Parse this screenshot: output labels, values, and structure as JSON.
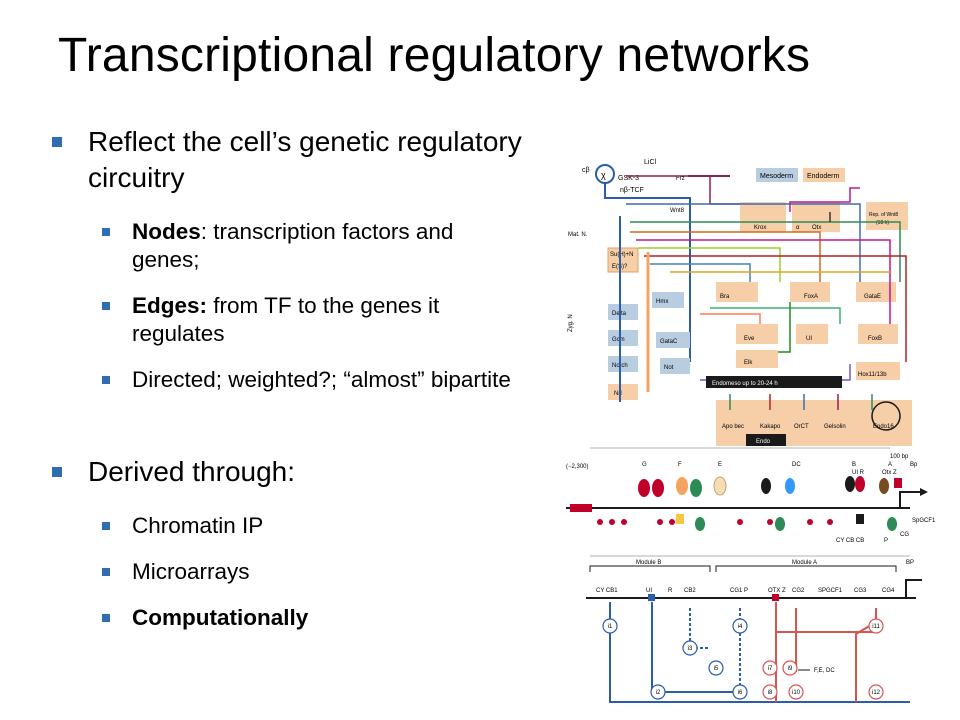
{
  "slide": {
    "title": "Transcriptional regulatory networks",
    "bullet1": "Reflect the cell’s genetic regulatory circuitry",
    "sub1_bold": "Nodes",
    "sub1_rest": ": transcription factors and genes;",
    "sub2_bold": "Edges:",
    "sub2_rest": " from TF to the genes it regulates",
    "sub3": "Directed; weighted?; “almost” bipartite",
    "bullet2": "Derived through:",
    "sub4": "Chromatin IP",
    "sub5": "Microarrays",
    "sub6": "Computationally"
  },
  "figure": {
    "top": {
      "c_beta": "cβ",
      "gsk": "GSK-3",
      "licl": "LiCl",
      "frz": "Frz",
      "ntcf": "nβ-TCF",
      "chi": "χ",
      "mesoderm": "Mesoderm",
      "endoderm": "Endoderm",
      "wnt8": "Wnt8",
      "krox": "Krox",
      "otx": "Otx",
      "alpha": "α",
      "rep_wnt8": "Rep. of Wnt8",
      "rep_wnt8_h": "(18 h)",
      "matn": "Mat. N.",
      "suhn": "Su(H)+N",
      "es": "E(S)?",
      "hmx": "Hmx",
      "bra": "Bra",
      "foxa": "FoxA",
      "gatae": "GataE",
      "delta": "Delta",
      "zygn": "Zyg. N",
      "eve": "Eve",
      "ui": "UI",
      "foxb": "FoxB",
      "gcm": "Gcm",
      "gatac": "GataC",
      "elk": "Elk",
      "notch": "Notch",
      "not": "Not",
      "hox": "Hox11/13b",
      "nrl": "Nrl",
      "endomeso": "Endomeso up to 20-24 h",
      "apobec": "Apo bec",
      "kakapo": "Kakapo",
      "orct": "OrCT",
      "gelsolin": "Gelsolin",
      "endo16": "Endo16",
      "endo": "Endo"
    },
    "middle": {
      "bp100": "100 bp",
      "coord": "(−2,300)",
      "g": "G",
      "f": "F",
      "e": "E",
      "dc": "DC",
      "b": "B",
      "a": "A",
      "uir": "UI R",
      "otxz": "Otx Z",
      "bp": "Bp",
      "spgcf1": "SpGCF1",
      "cycbcb": "CY CB CB",
      "p": "P",
      "cg": "CG"
    },
    "bottom": {
      "moduleb": "Module B",
      "modulea": "Module A",
      "bp": "BP",
      "cy_cb1": "CY CB1",
      "ui": "UI",
      "r": "R",
      "cb2": "CB2",
      "cg1p": "CG1  P",
      "otxz": "OTX Z",
      "cg2": "CG2",
      "spgcf1": "SPGCF1",
      "cg3": "CG3",
      "cg4": "CG4",
      "i1": "i1",
      "i2": "i2",
      "i3": "i3",
      "i4": "i4",
      "i5": "i5",
      "i6": "i6",
      "i7": "i7",
      "i8": "i8",
      "i9": "i9",
      "i10": "i10",
      "i11": "i11",
      "i12": "i12",
      "fedc": "F,E, DC"
    }
  }
}
